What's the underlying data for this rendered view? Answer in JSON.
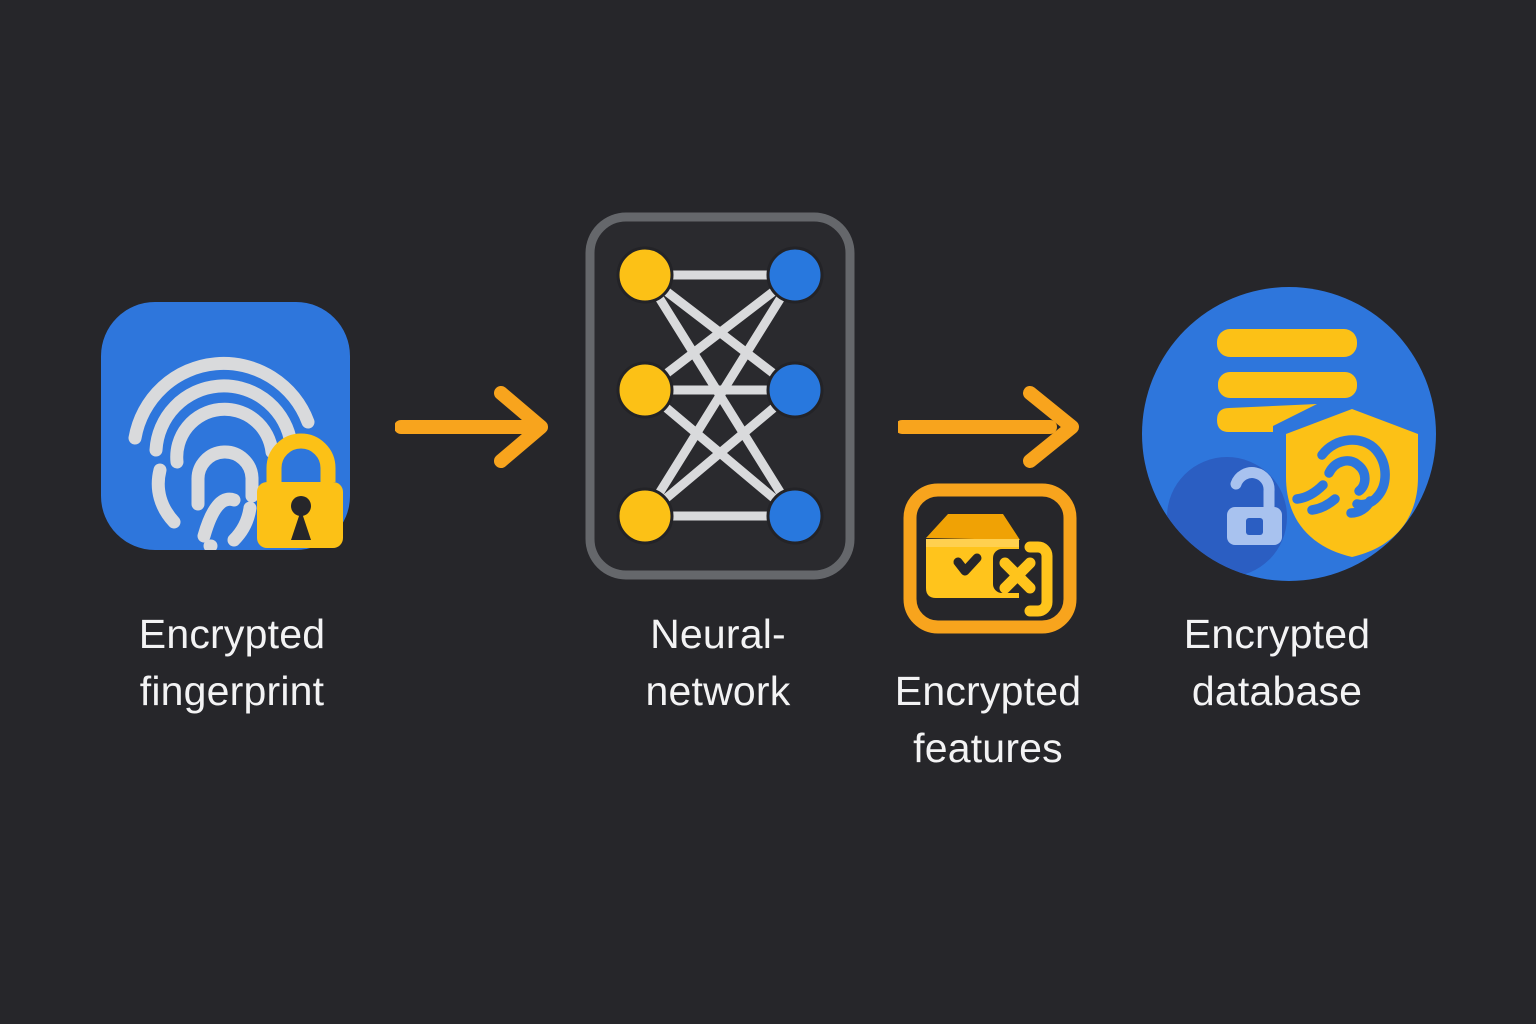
{
  "diagram": {
    "type": "flow",
    "direction": "left-to-right",
    "steps": [
      {
        "id": "encrypted-fingerprint",
        "line1": "Encrypted",
        "line2": "fingerprint",
        "icon": "fingerprint-lock-icon"
      },
      {
        "id": "neural-network",
        "line1": "Neural-",
        "line2": "network",
        "icon": "neural-network-icon"
      },
      {
        "id": "encrypted-features",
        "line1": "Encrypted",
        "line2": "features",
        "icon": "encrypted-box-icon"
      },
      {
        "id": "encrypted-database",
        "line1": "Encrypted",
        "line2": "database",
        "icon": "database-shield-lock-icon"
      }
    ],
    "connectors": [
      {
        "id": "arrow-1",
        "from": "encrypted-fingerprint",
        "to": "neural-network",
        "glyph": "right-arrow"
      },
      {
        "id": "arrow-2",
        "from": "neural-network",
        "to": "encrypted-database",
        "glyph": "right-arrow"
      }
    ],
    "neural_network": {
      "input_nodes": 3,
      "output_nodes": 3,
      "connections": 9
    }
  },
  "colors": {
    "bg": "#26262a",
    "panel": "#2a2a2e",
    "border-gray": "#65676b",
    "blue": "#2e76dc",
    "node-blue": "#2878de",
    "yellow": "#fcc116",
    "orange": "#f8a41d",
    "lid-orange": "#f0a205",
    "front-yellow": "#ffc41c",
    "front-hi": "#ffd04f",
    "fp-gray": "#d9dadc",
    "text": "#f3f3f4",
    "badge-blue": "#2b5ec2",
    "lock-light": "#a8c2ef"
  }
}
